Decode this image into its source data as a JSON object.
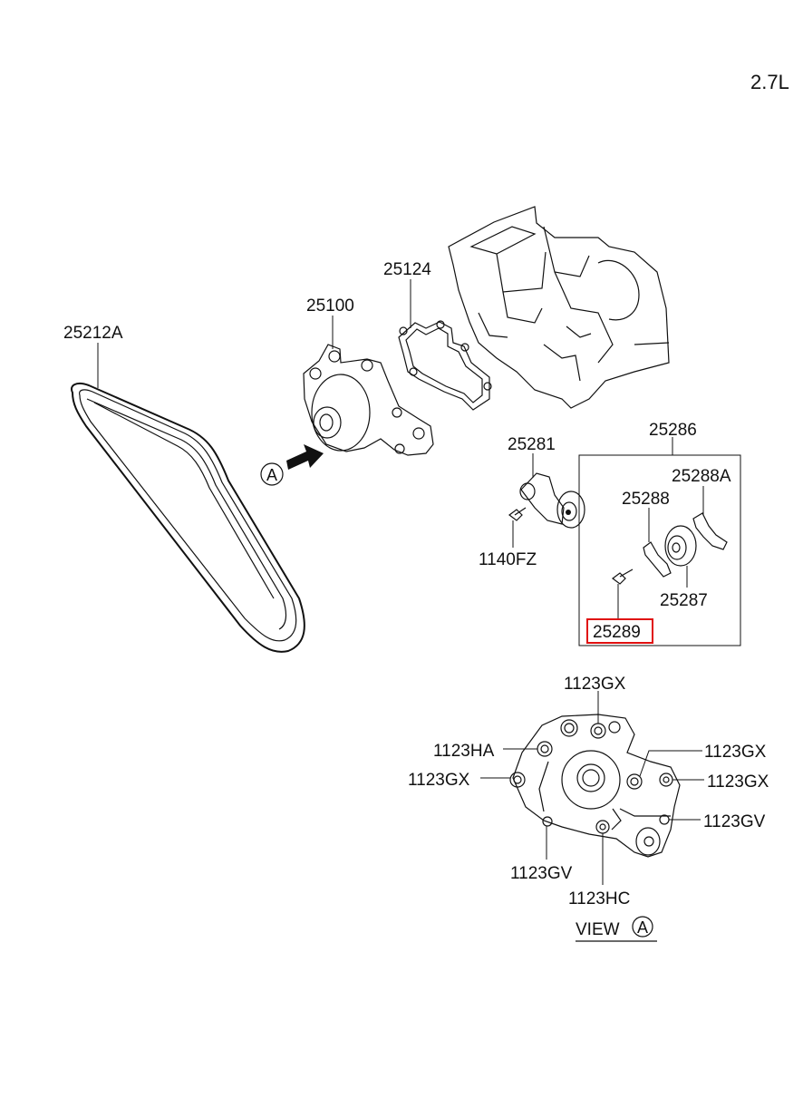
{
  "engine": "2.7L",
  "labels": {
    "belt": "25212A",
    "water_pump": "25100",
    "gasket": "25124",
    "tensioner": "25281",
    "tensioner_bolt": "1140FZ",
    "idler_kit": "25286",
    "bracket_a": "25288A",
    "bracket": "25288",
    "idler_pulley": "25287",
    "idler_bolt": "25289",
    "gx_top": "1123GX",
    "ha": "1123HA",
    "gx_left": "1123GX",
    "gx_right_upper": "1123GX",
    "gx_right": "1123GX",
    "gv_right": "1123GV",
    "gv_bottom": "1123GV",
    "hc": "1123HC"
  },
  "view": {
    "text": "VIEW",
    "marker": "A"
  },
  "arrow_marker": "A",
  "colors": {
    "highlight": "#e01010",
    "line": "#111111"
  }
}
